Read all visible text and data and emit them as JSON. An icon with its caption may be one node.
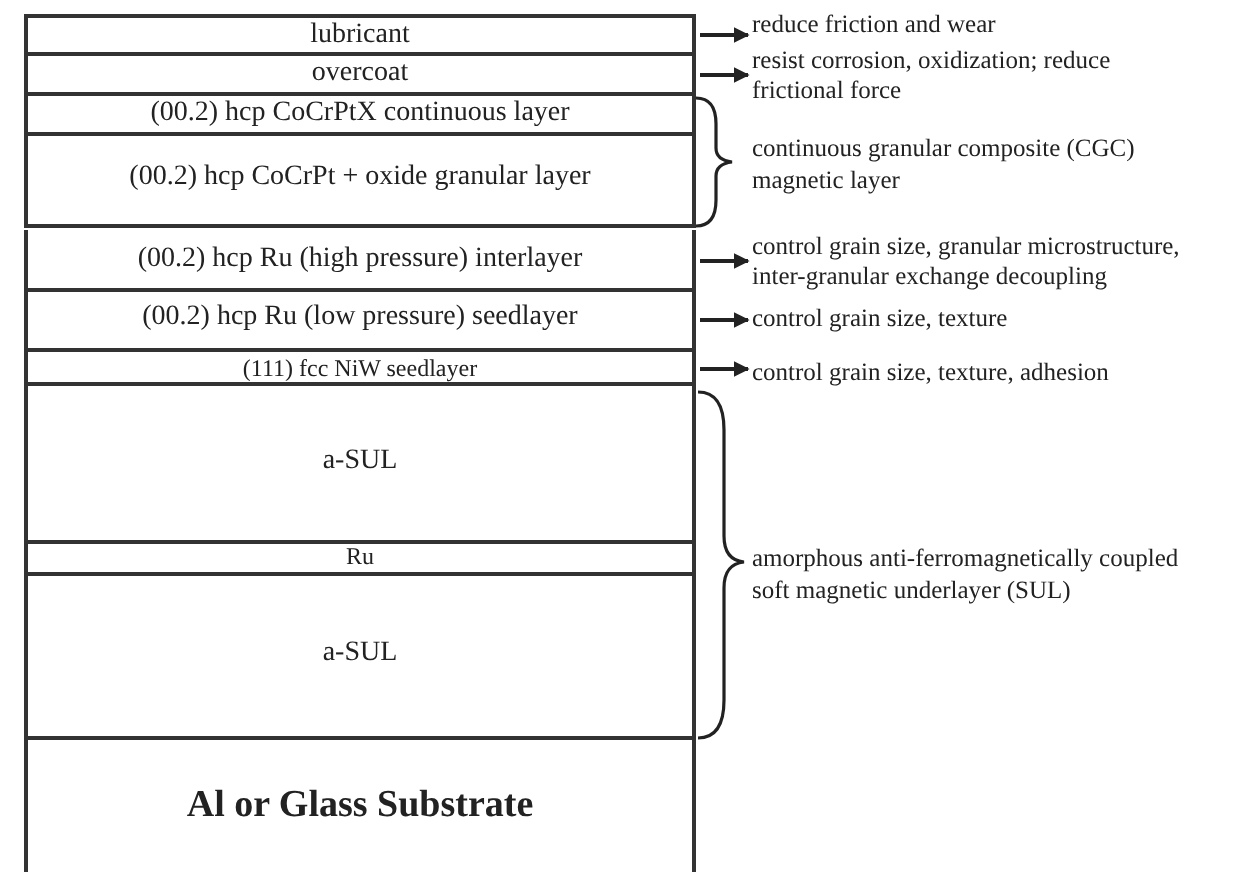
{
  "diagram": {
    "nodes": [
      {
        "text": [
          "lubricant"
        ]
      },
      {
        "text": [
          "overcoat"
        ]
      },
      {
        "text": [
          "(00.2) hcp CoCrPtX continuous layer"
        ]
      },
      {
        "text": [
          "(00.2) hcp CoCrPt + oxide granular layer"
        ]
      },
      {
        "text": [
          "(00.2) hcp Ru (high pressure) interlayer"
        ]
      },
      {
        "text": [
          "(00.2) hcp Ru (low pressure) seedlayer"
        ]
      },
      {
        "text": [
          "(111) fcc NiW seedlayer"
        ]
      },
      {
        "text": [
          "a-SUL"
        ]
      },
      {
        "text": [
          "Ru"
        ]
      },
      {
        "text": [
          "a-SUL"
        ]
      },
      {
        "text": [
          "Al or Glass Substrate"
        ]
      },
      {
        "text": [
          "reduce friction and wear"
        ]
      },
      {
        "text": [
          "resist corrosion, oxidization; reduce frictional force"
        ]
      },
      {
        "text": [
          "control grain size, granular microstructure, inter-granular exchange decoupling"
        ]
      },
      {
        "text": [
          "control grain size, texture"
        ]
      },
      {
        "text": [
          "control grain size, texture, adhesion"
        ]
      }
    ],
    "edges": [
      {
        "from": 0,
        "to": 11,
        "arrow": "to"
      },
      {
        "from": 1,
        "to": 12,
        "arrow": "to"
      },
      {
        "from": 4,
        "to": 13,
        "arrow": "to"
      },
      {
        "from": 5,
        "to": 14,
        "arrow": "to"
      },
      {
        "from": 6,
        "to": 15,
        "arrow": "to"
      }
    ],
    "labels": [
      "continuous granular composite (CGC) magnetic layer",
      "amorphous anti-ferromagnetically coupled soft magnetic underlayer (SUL)"
    ]
  }
}
